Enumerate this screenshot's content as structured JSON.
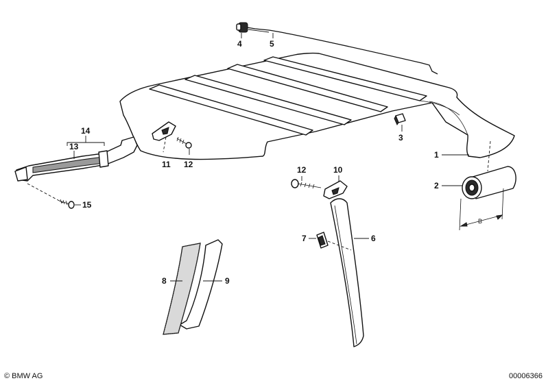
{
  "callouts": {
    "c1": "1",
    "c2": "2",
    "c3": "3",
    "c4": "4",
    "c5": "5",
    "c6": "6",
    "c7": "7",
    "c8": "8",
    "c9": "9",
    "c10": "10",
    "c11": "11",
    "c12a": "12",
    "c12b": "12",
    "c13": "13",
    "c14": "14",
    "c15": "15"
  },
  "dimension_label": "B",
  "footer": {
    "copyright": "© BMW AG",
    "document_number": "00006366"
  }
}
